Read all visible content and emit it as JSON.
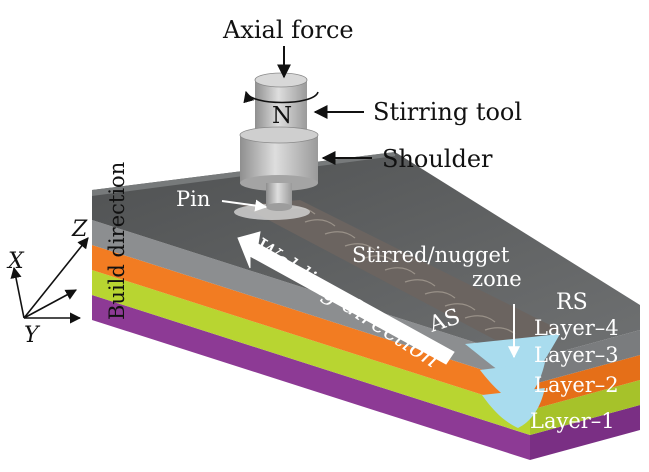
{
  "labels": {
    "axial_force": "Axial force",
    "tool_letter": "N",
    "stirring_tool": "Stirring tool",
    "shoulder": "Shoulder",
    "pin": "Pin",
    "build_direction": "Build direction",
    "welding_direction": "Welding direction",
    "stirred_zone_line1": "Stirred/nugget",
    "stirred_zone_line2": "zone",
    "as": "AS",
    "rs": "RS",
    "layer_4": "Layer–4",
    "layer_3": "Layer–3",
    "layer_2": "Layer–2",
    "layer_1": "Layer–1"
  },
  "axes": {
    "x": "X",
    "y": "Y",
    "z": "Z"
  },
  "colors": {
    "layer_top": "#5f6162",
    "layer_gray": "#8c8e90",
    "layer_orange": "#f27c22",
    "layer_green": "#b8d531",
    "layer_purple": "#8d3a95",
    "nugget": "#a9dcee",
    "tool": "#bcbcbc"
  }
}
